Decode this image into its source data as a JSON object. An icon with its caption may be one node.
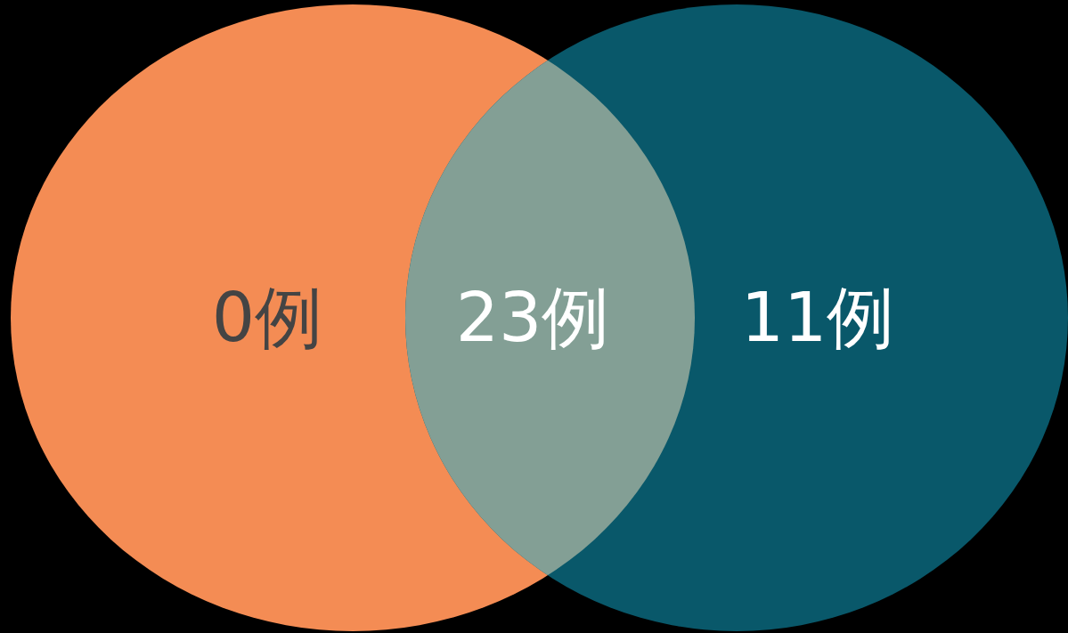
{
  "diagram": {
    "nodes": [
      {
        "text": [
          "0例"
        ]
      },
      {
        "text": [
          "11例"
        ]
      }
    ],
    "labels": [
      "23例"
    ]
  }
}
